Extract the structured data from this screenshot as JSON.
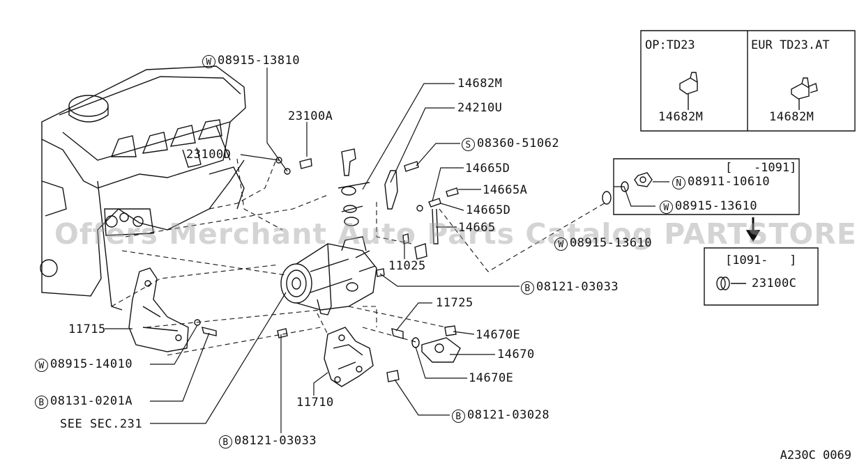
{
  "parts": [
    {
      "id": "p1",
      "prefix": "W",
      "number": "08915-13810"
    },
    {
      "id": "p2",
      "prefix": "",
      "number": "23100A"
    },
    {
      "id": "p3",
      "prefix": "",
      "number": "23100D"
    },
    {
      "id": "p4",
      "prefix": "",
      "number": "14682M"
    },
    {
      "id": "p5",
      "prefix": "",
      "number": "24210U"
    },
    {
      "id": "p6",
      "prefix": "S",
      "number": "08360-51062"
    },
    {
      "id": "p7",
      "prefix": "",
      "number": "14665D"
    },
    {
      "id": "p8",
      "prefix": "",
      "number": "14665A"
    },
    {
      "id": "p9",
      "prefix": "",
      "number": "14665D"
    },
    {
      "id": "p10",
      "prefix": "",
      "number": "14665"
    },
    {
      "id": "p11",
      "prefix": "",
      "number": "11025"
    },
    {
      "id": "p12",
      "prefix": "W",
      "number": "08915-13610"
    },
    {
      "id": "p13",
      "prefix": "B",
      "number": "08121-03033"
    },
    {
      "id": "p14",
      "prefix": "",
      "number": "11725"
    },
    {
      "id": "p15",
      "prefix": "",
      "number": "14670E"
    },
    {
      "id": "p16",
      "prefix": "",
      "number": "14670"
    },
    {
      "id": "p17",
      "prefix": "",
      "number": "14670E"
    },
    {
      "id": "p18",
      "prefix": "",
      "number": "11715"
    },
    {
      "id": "p19",
      "prefix": "W",
      "number": "08915-14010"
    },
    {
      "id": "p20",
      "prefix": "B",
      "number": "08131-0201A"
    },
    {
      "id": "p21",
      "prefix": "",
      "number": "SEE SEC.231"
    },
    {
      "id": "p22",
      "prefix": "",
      "number": "11710"
    },
    {
      "id": "p23",
      "prefix": "B",
      "number": "08121-03028"
    },
    {
      "id": "p24",
      "prefix": "B",
      "number": "08121-03033"
    }
  ],
  "insets": {
    "op": {
      "title": "OP:TD23",
      "part": "14682M"
    },
    "eur": {
      "title": "EUR TD23.AT",
      "part": "14682M"
    },
    "range1": {
      "title": "[   -1091]",
      "parts": [
        {
          "prefix": "N",
          "number": "08911-10610"
        },
        {
          "prefix": "W",
          "number": "08915-13610"
        }
      ]
    },
    "range2": {
      "title": "[1091-   ]",
      "part": "23100C"
    }
  },
  "watermark": "Offers Merchant Auto Parts Catalog PARTSTORE.SA",
  "diagram_code": "A230C 0069"
}
